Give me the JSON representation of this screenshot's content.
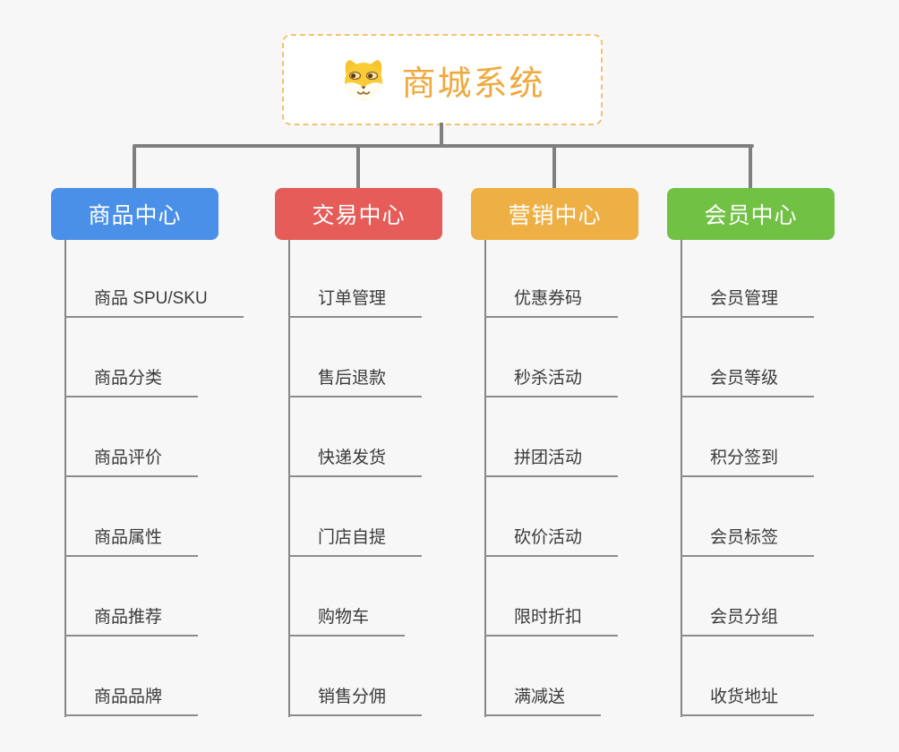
{
  "root": {
    "title": "商城系统",
    "icon": "shiba-dog-icon"
  },
  "branches": [
    {
      "label": "商品中心",
      "color": "#4a90e8",
      "items": [
        "商品 SPU/SKU",
        "商品分类",
        "商品评价",
        "商品属性",
        "商品推荐",
        "商品品牌"
      ]
    },
    {
      "label": "交易中心",
      "color": "#e55c59",
      "items": [
        "订单管理",
        "售后退款",
        "快递发货",
        "门店自提",
        "购物车",
        "销售分佣"
      ]
    },
    {
      "label": "营销中心",
      "color": "#eeb044",
      "items": [
        "优惠券码",
        "秒杀活动",
        "拼团活动",
        "砍价活动",
        "限时折扣",
        "满减送"
      ]
    },
    {
      "label": "会员中心",
      "color": "#71c145",
      "items": [
        "会员管理",
        "会员等级",
        "积分签到",
        "会员标签",
        "会员分组",
        "收货地址"
      ]
    }
  ],
  "style": {
    "background": "#f7f7f7",
    "root_border": "#f3c271",
    "root_text": "#f0a93c",
    "connector": "#7f7f7f",
    "item_text": "#3a3a3a",
    "item_underline": "#8c8c8c"
  }
}
